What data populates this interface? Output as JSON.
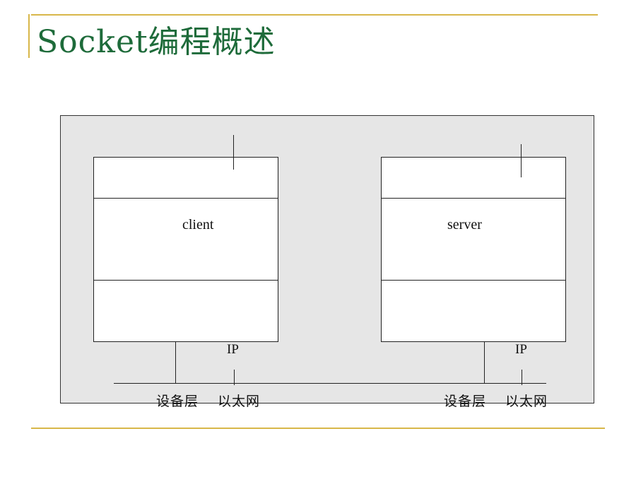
{
  "slide": {
    "title": "Socket编程概述"
  },
  "diagram": {
    "client": {
      "label": "client",
      "ip_label": "IP",
      "device_layer_label": "设备层",
      "ethernet_label": "以太网"
    },
    "server": {
      "label": "server",
      "ip_label": "IP",
      "device_layer_label": "设备层",
      "ethernet_label": "以太网"
    }
  },
  "colors": {
    "title": "#1e6b3a",
    "accent_rule": "#d8b74a",
    "panel_bg": "#e6e6e6",
    "box_bg": "#ffffff"
  }
}
